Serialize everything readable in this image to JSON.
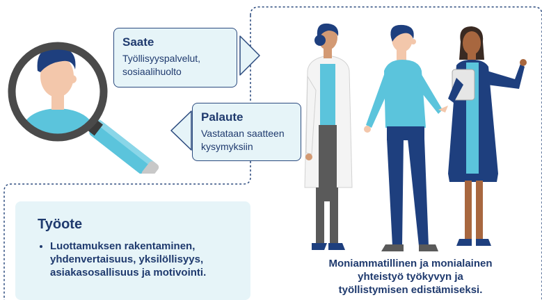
{
  "saate": {
    "title": "Saate",
    "text_lines": [
      "Työllisyyspalvelut,",
      "sosiaalihuolto"
    ]
  },
  "palaute": {
    "title": "Palaute",
    "text_lines": [
      "Vastataan saatteen",
      "kysymyksiin"
    ]
  },
  "tyoote": {
    "title": "Työote",
    "bullet_lines": [
      "Luottamuksen rakentaminen,",
      "yhdenvertaisuus, yksilöllisyys,",
      "asiakasosallisuus ja motivointi."
    ]
  },
  "caption_lines": [
    "Moniammatillinen ja monialainen",
    "yhteistyö työkyvyn ja",
    "työllistymisen edistämiseksi."
  ],
  "colors": {
    "navy": "#1f3a6e",
    "light_bg": "#e6f4f8",
    "accent": "#5bc4dc",
    "lens_ring": "#4a4a4a"
  },
  "icons": [
    "magnifier-person-icon",
    "right-arrow-icon",
    "left-arrow-icon",
    "professionals-illustration"
  ]
}
